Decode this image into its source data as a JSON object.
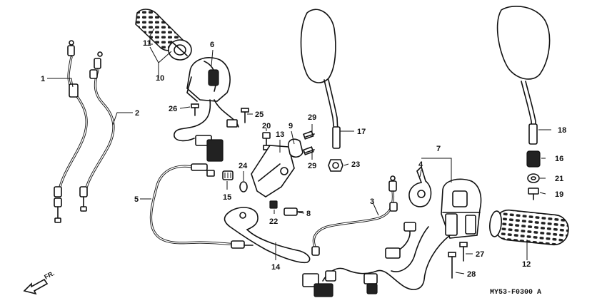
{
  "diagram": {
    "code": "MY53-F0300 A",
    "direction_label": "FR.",
    "callouts": [
      {
        "id": "1",
        "label": "1"
      },
      {
        "id": "2",
        "label": "2"
      },
      {
        "id": "3",
        "label": "3"
      },
      {
        "id": "4",
        "label": "4"
      },
      {
        "id": "5",
        "label": "5"
      },
      {
        "id": "6",
        "label": "6"
      },
      {
        "id": "7",
        "label": "7"
      },
      {
        "id": "8",
        "label": "8"
      },
      {
        "id": "9",
        "label": "9"
      },
      {
        "id": "10",
        "label": "10"
      },
      {
        "id": "11",
        "label": "11"
      },
      {
        "id": "12",
        "label": "12"
      },
      {
        "id": "13",
        "label": "13"
      },
      {
        "id": "14",
        "label": "14"
      },
      {
        "id": "15",
        "label": "15"
      },
      {
        "id": "16",
        "label": "16"
      },
      {
        "id": "17",
        "label": "17"
      },
      {
        "id": "18",
        "label": "18"
      },
      {
        "id": "19",
        "label": "19"
      },
      {
        "id": "20",
        "label": "20"
      },
      {
        "id": "21",
        "label": "21"
      },
      {
        "id": "22",
        "label": "22"
      },
      {
        "id": "23",
        "label": "23"
      },
      {
        "id": "24",
        "label": "24"
      },
      {
        "id": "25",
        "label": "25"
      },
      {
        "id": "26",
        "label": "26"
      },
      {
        "id": "27",
        "label": "27"
      },
      {
        "id": "28",
        "label": "28"
      },
      {
        "id": "29a",
        "label": "29"
      },
      {
        "id": "29b",
        "label": "29"
      }
    ]
  }
}
